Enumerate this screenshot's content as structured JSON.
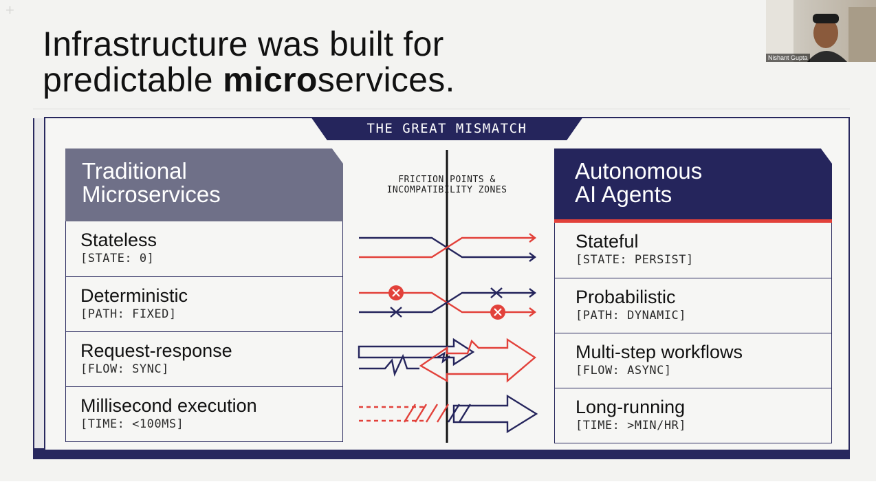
{
  "slide": {
    "title_line1": "Infrastructure was built for",
    "title_line2_bold": "micro",
    "title_line2_before": "predictable ",
    "title_line2_after": "services."
  },
  "banner": {
    "label": "THE GREAT MISMATCH"
  },
  "friction": {
    "line1": "FRICTION POINTS &",
    "line2": "INCOMPATIBILITY ZONES"
  },
  "left": {
    "heading_line1": "Traditional",
    "heading_line2": "Microservices",
    "rows": [
      {
        "title": "Stateless",
        "code": "[STATE: 0]"
      },
      {
        "title": "Deterministic",
        "code": "[PATH: FIXED]"
      },
      {
        "title": "Request-response",
        "code": "[FLOW: SYNC]"
      },
      {
        "title": "Millisecond execution",
        "code": "[TIME: <100MS]"
      }
    ]
  },
  "right": {
    "heading_line1": "Autonomous",
    "heading_line2": "AI Agents",
    "rows": [
      {
        "title": "Stateful",
        "code": "[STATE: PERSIST]"
      },
      {
        "title": "Probabilistic",
        "code": "[PATH: DYNAMIC]"
      },
      {
        "title": "Multi-step workflows",
        "code": "[FLOW: ASYNC]"
      },
      {
        "title": "Long-running",
        "code": "[TIME: >MIN/HR]"
      }
    ]
  },
  "webcam": {
    "participant_name": "Nishant Gupta"
  },
  "colors": {
    "navy": "#25255c",
    "red": "#e2413a",
    "slate": "#6f7088"
  }
}
